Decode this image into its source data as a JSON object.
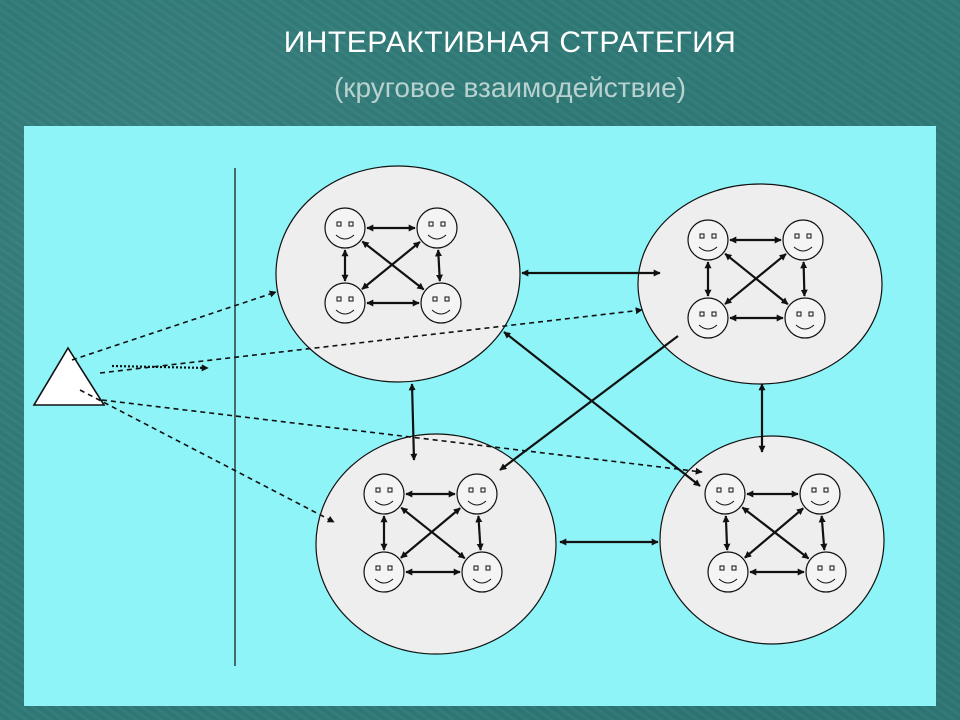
{
  "slide": {
    "title": "ИНТЕРАКТИВНАЯ СТРАТЕГИЯ",
    "subtitle": "(круговое взаимодействие)"
  },
  "colors": {
    "background": "#2f7a78",
    "panel": "#8ef4f8",
    "group_fill": "#eeeeee",
    "stroke": "#111111"
  },
  "diagram": {
    "leader_icon": "triangle-icon",
    "member_icon": "smiley-face-icon",
    "groups": [
      {
        "id": "top-left",
        "members": 4
      },
      {
        "id": "top-right",
        "members": 4
      },
      {
        "id": "bottom-left",
        "members": 4
      },
      {
        "id": "bottom-right",
        "members": 4
      }
    ]
  }
}
